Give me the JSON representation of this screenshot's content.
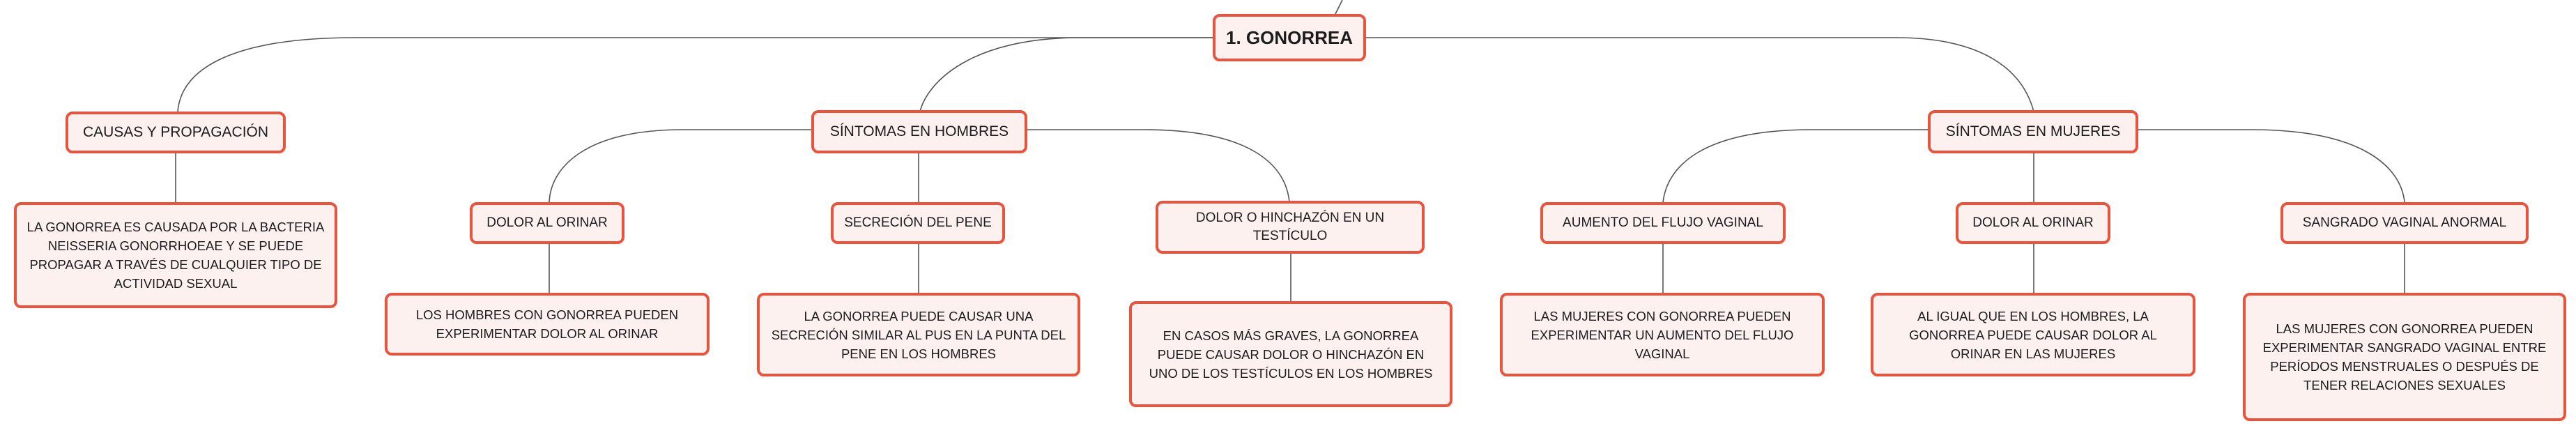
{
  "mindmap": {
    "root": {
      "label": "1. GONORREA"
    },
    "branches": [
      {
        "label": "CAUSAS Y PROPAGACIÓN",
        "description": "LA GONORREA ES CAUSADA POR LA BACTERIA NEISSERIA GONORRHOEAE Y SE PUEDE PROPAGAR A TRAVÉS DE CUALQUIER TIPO DE ACTIVIDAD SEXUAL"
      },
      {
        "label": "SÍNTOMAS EN HOMBRES",
        "children": [
          {
            "label": "DOLOR AL ORINAR",
            "description": "LOS HOMBRES CON GONORREA PUEDEN EXPERIMENTAR DOLOR AL ORINAR"
          },
          {
            "label": "SECRECIÓN DEL PENE",
            "description": "LA GONORREA PUEDE CAUSAR UNA SECRECIÓN SIMILAR AL PUS EN LA PUNTA DEL PENE EN LOS HOMBRES"
          },
          {
            "label": "DOLOR O HINCHAZÓN EN UN TESTÍCULO",
            "description": "EN CASOS MÁS GRAVES, LA GONORREA PUEDE CAUSAR DOLOR O HINCHAZÓN EN UNO DE LOS TESTÍCULOS EN LOS HOMBRES"
          }
        ]
      },
      {
        "label": "SÍNTOMAS EN MUJERES",
        "children": [
          {
            "label": "AUMENTO DEL FLUJO VAGINAL",
            "description": "LAS MUJERES CON GONORREA PUEDEN EXPERIMENTAR UN AUMENTO DEL FLUJO VAGINAL"
          },
          {
            "label": "DOLOR AL ORINAR",
            "description": "AL IGUAL QUE EN LOS HOMBRES, LA GONORREA PUEDE CAUSAR DOLOR AL ORINAR EN LAS MUJERES"
          },
          {
            "label": "SANGRADO VAGINAL ANORMAL",
            "description": "LAS MUJERES CON GONORREA PUEDEN EXPERIMENTAR SANGRADO VAGINAL ENTRE PERÍODOS MENSTRUALES O DESPUÉS DE TENER RELACIONES SEXUALES"
          }
        ]
      }
    ]
  },
  "colors": {
    "node_border": "#e8553f",
    "node_fill": "#fdf1ef",
    "connector": "#555555"
  }
}
